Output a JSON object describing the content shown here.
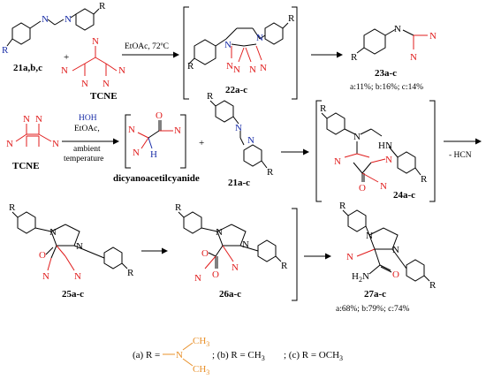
{
  "labels": {
    "cmpd_21": "21a,b,c",
    "tcne_1": "TCNE",
    "cond_1": "EtOAc, 72ºC",
    "cmpd_22": "22a-c",
    "cmpd_23": "23a-c",
    "yield_23": "a:11%; b:16%; c:14%",
    "tcne_2": "TCNE",
    "cond_2a": "HOH",
    "cond_2b": "EtOAc,",
    "cond_2c": "ambient",
    "cond_2d": "temperature",
    "cmpd_dicyano": "dicyanoacetilcyanide",
    "plus_2": "+",
    "plus_1": "+",
    "cmpd_21_2": "21a-c",
    "cmpd_24": "24a-c",
    "minus_hcn": "- HCN",
    "cmpd_25": "25a-c",
    "cmpd_26": "26a-c",
    "cmpd_27": "27a-c",
    "yield_27": "a:68%; b:79%; c:74%",
    "footer_a": "(a) R =",
    "footer_b": "; (b) R = CH",
    "footer_b_sub": "3",
    "footer_c": "; (c) R = OCH",
    "footer_c_sub": "3",
    "ch3_top": "CH",
    "ch3_top_sub": "3",
    "ch3_bot": "CH",
    "ch3_bot_sub": "3",
    "n_footer": "N"
  },
  "atoms": {
    "R": "R",
    "N": "N",
    "O": "O",
    "H": "H",
    "HN": "HN",
    "H2N": "H",
    "H2N_sub": "2",
    "H2N_N": "N"
  },
  "colors": {
    "cyano": "#e01c1c",
    "reagent_blue": "#1a2ea8",
    "dimethylamino": "#e8902a"
  }
}
